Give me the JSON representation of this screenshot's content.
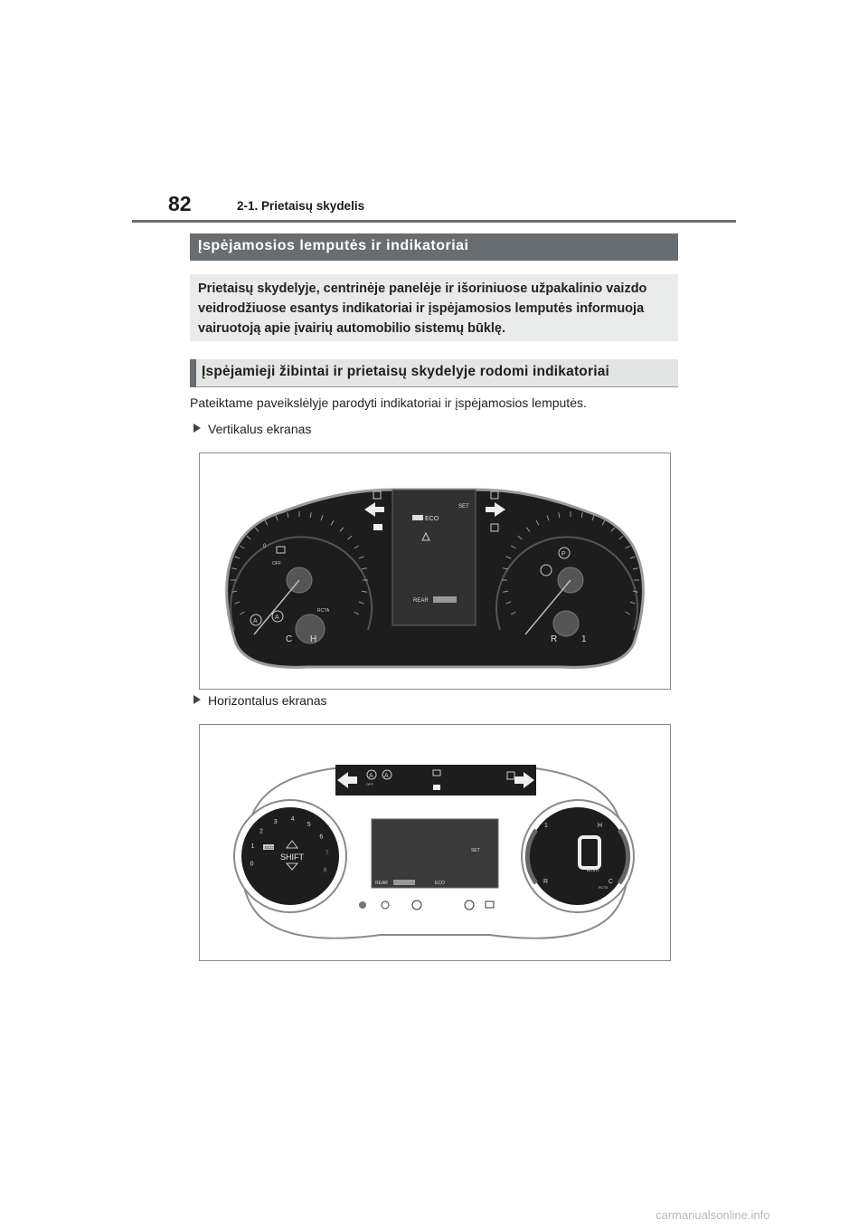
{
  "header": {
    "page_number": "82",
    "section": "2-1. Prietaisų skydelis"
  },
  "section_heading": "Įspėjamosios lemputės ir indikatoriai",
  "intro": "Prietaisų skydelyje, centrinėje panelėje ir išoriniuose užpakalinio vaizdo veidrodžiuose esantys indikatoriai ir įspėjamosios lemputės informuoja vairuotoją apie įvairių automobilio sistemų būklę.",
  "subheading": "Įspėjamieji žibintai ir prietaisų skydelyje rodomi indikatoriai",
  "caption": "Pateiktame paveikslėlyje parodyti indikatoriai ir įspėjamosios lemputės.",
  "bullets": [
    "Vertikalus ekranas",
    "Horizontalus ekranas"
  ],
  "figure_vertical": {
    "eco": "ECO",
    "set": "SET",
    "rear": "REAR",
    "off": "OFF",
    "rcta": "RCTA",
    "p_sym": "P",
    "a_sym": "A",
    "c_label": "C",
    "h_label": "H",
    "r_label": "R",
    "one_label": "1",
    "tick0": "0"
  },
  "figure_horizontal": {
    "eco": "ECO",
    "set": "SET",
    "rear": "REAR",
    "shift": "SHIFT",
    "kmh": "km/h",
    "off": "OFF",
    "rcta": "RCTA",
    "h_label": "H",
    "c_label": "C",
    "r_label": "R",
    "one_label": "1",
    "digits": [
      "0",
      "1",
      "2",
      "3",
      "4",
      "5",
      "6",
      "7",
      "8"
    ]
  },
  "watermark": "carmanualsonline.info"
}
